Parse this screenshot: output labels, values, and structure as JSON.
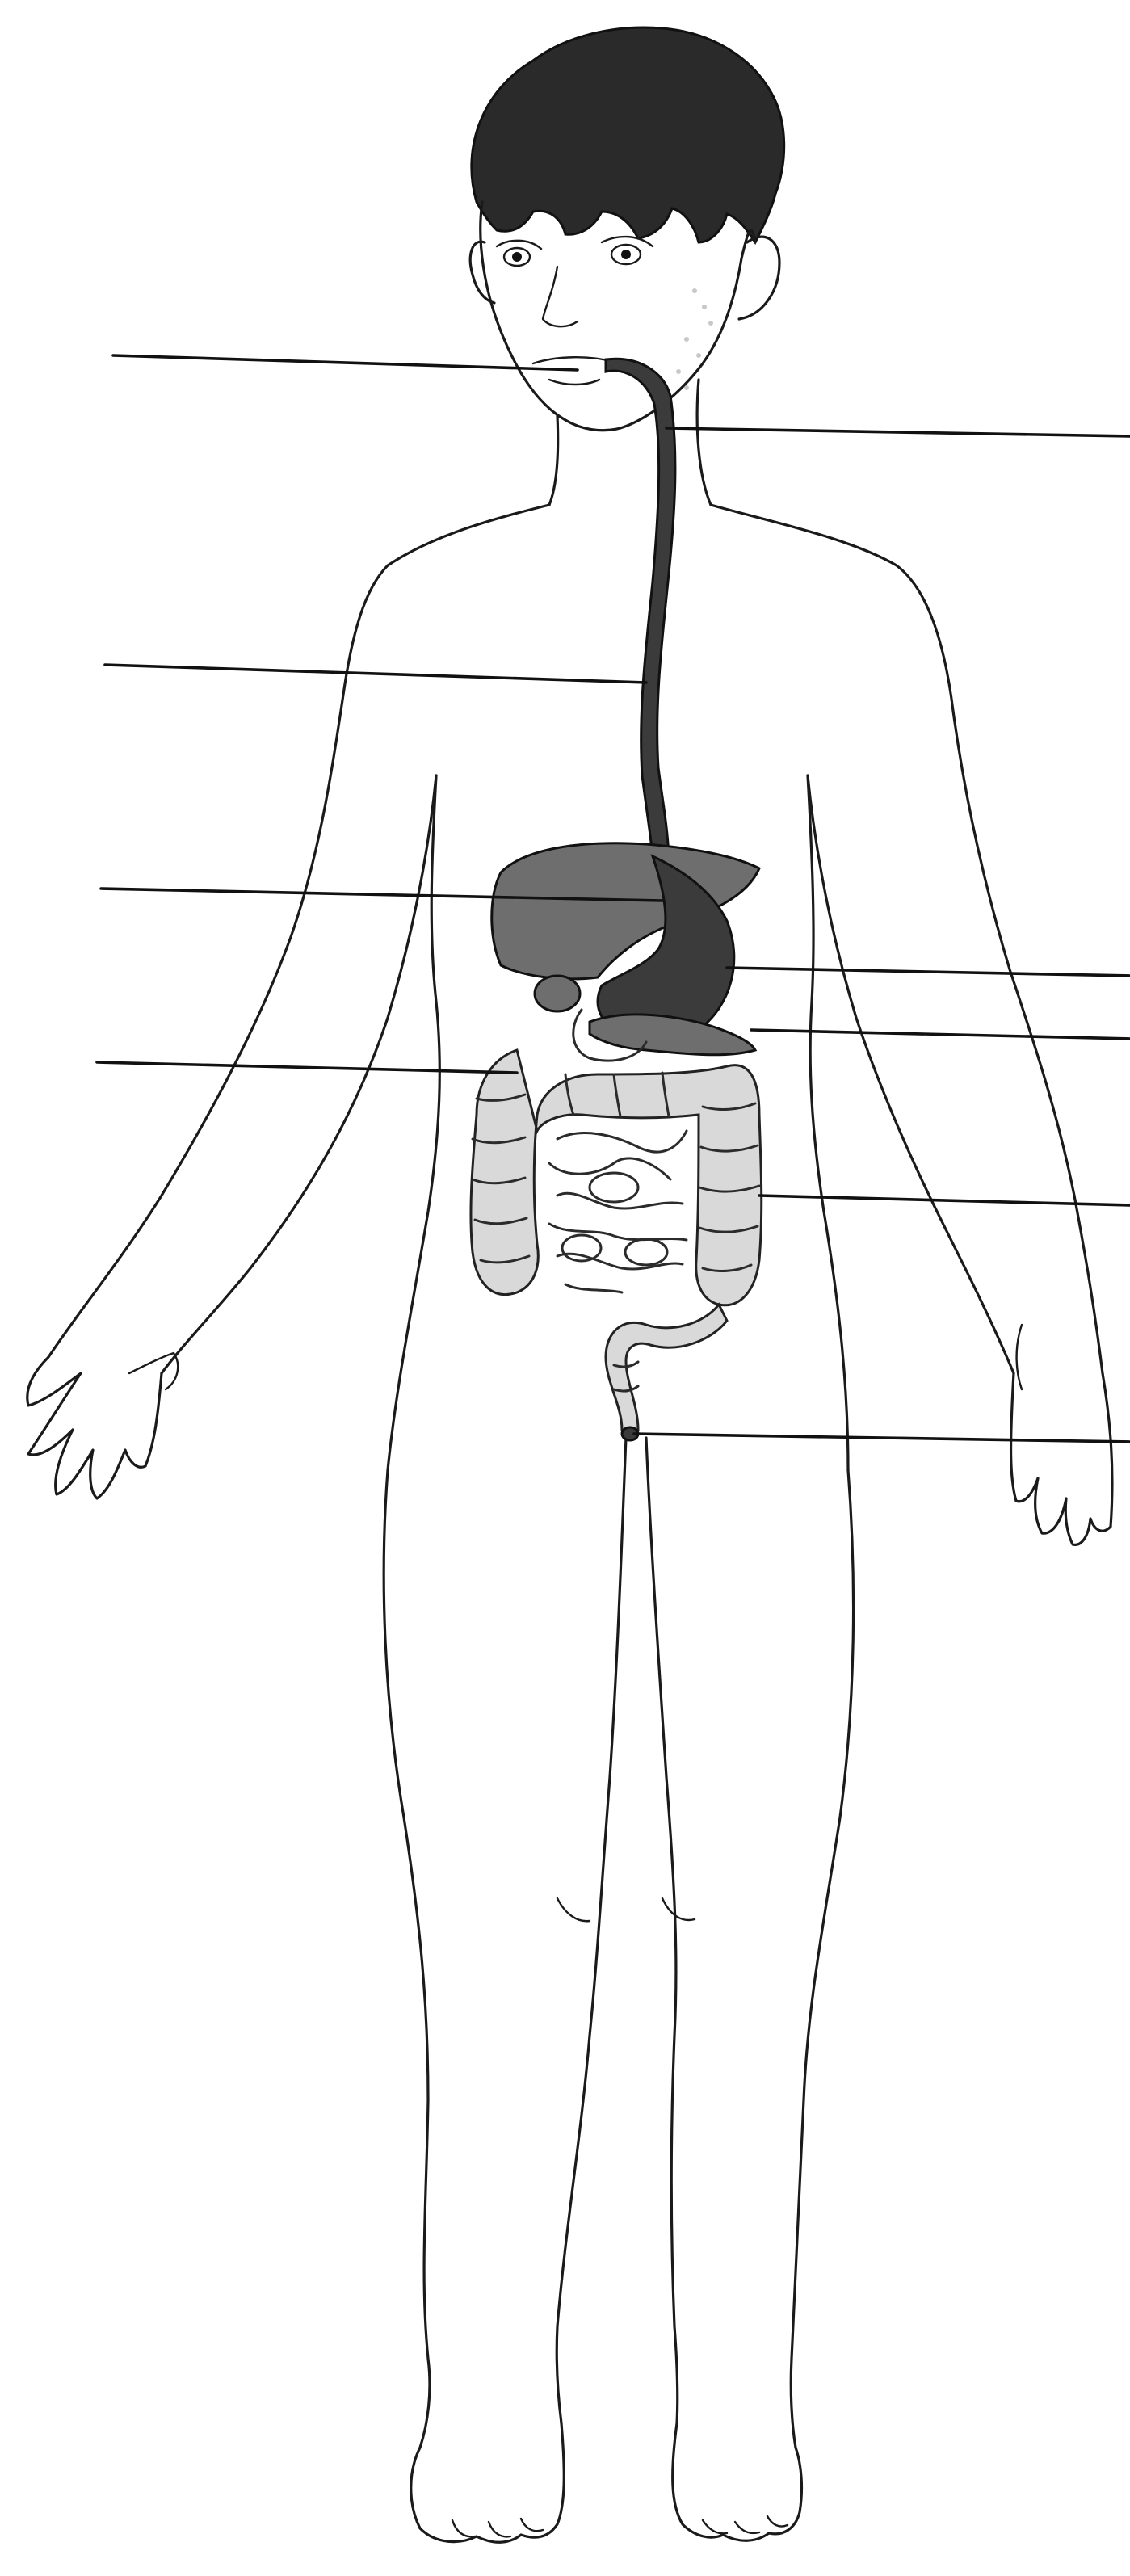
{
  "diagram": {
    "type": "unlabeled digestive system worksheet",
    "colors": {
      "line": "#1a1a1a",
      "organ_dark": "#3b3b3b",
      "organ_mid": "#6e6e6e",
      "intestine_fill": "#d9d9d9",
      "background": "#ffffff"
    },
    "parts": [
      "hair",
      "face",
      "body-outline",
      "arms",
      "hands",
      "legs",
      "feet",
      "mouth",
      "esophagus",
      "liver",
      "stomach",
      "pancreas",
      "gallbladder",
      "small-intestine",
      "large-intestine",
      "rectum",
      "anus"
    ],
    "leader_lines": [
      {
        "id": "mouth",
        "side": "left"
      },
      {
        "id": "esophagus-upper",
        "side": "right"
      },
      {
        "id": "esophagus",
        "side": "left"
      },
      {
        "id": "liver",
        "side": "left"
      },
      {
        "id": "stomach",
        "side": "right"
      },
      {
        "id": "pancreas",
        "side": "right"
      },
      {
        "id": "large-intestine",
        "side": "left"
      },
      {
        "id": "small-intestine",
        "side": "right"
      },
      {
        "id": "anus",
        "side": "right"
      }
    ],
    "labels": []
  }
}
